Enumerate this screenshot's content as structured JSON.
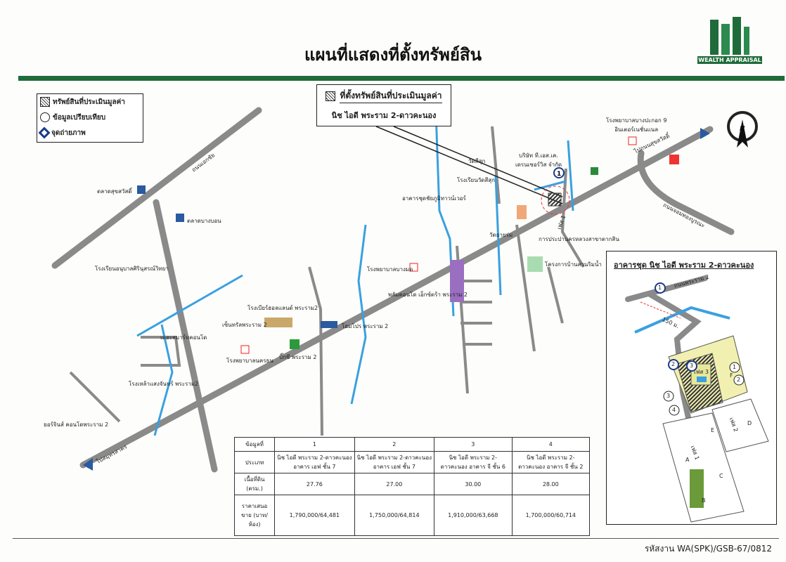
{
  "header": {
    "title": "แผนที่แสดงที่ตั้งทรัพย์สิน",
    "logo_text": "WEALTH APPRAISAL",
    "brand_color": "#1f6b3a"
  },
  "legend": {
    "items": [
      {
        "icon": "hatch-icon",
        "label": "ทรัพย์สินที่ประเมินมูลค่า"
      },
      {
        "icon": "circle-icon",
        "label": "ข้อมูลเปรียบเทียบ"
      },
      {
        "icon": "camera-point-icon",
        "label": "จุดถ่ายภาพ"
      }
    ]
  },
  "callout": {
    "title": "ที่ตั้งทรัพย์สินที่ประเมินมูลค่า",
    "subtitle": "นิช ไอดี พระราม 2-ดาวคะนอง"
  },
  "compass": {
    "label": "N"
  },
  "map_labels": {
    "road_ekkachai": "ถนนเอกชัย",
    "market1": "ตลาดสุขสวัสดิ์",
    "market2": "ตลาดบางบอน",
    "school1": "โรงเรียนอนุบาลศิรินุสรณ์วิทยา",
    "beer": "โรงเบียร์ฮอลแลนด์ พระราม2",
    "central": "เซ็นทรัลพระราม 2",
    "homepro": "โฮมโปร พระราม 2",
    "hospital1": "โรงพยาบาลนครธน",
    "bigc": "บิ๊กซี พระราม 2",
    "smartcondo": "เดอะสมาร์ทคอนโด",
    "brewery": "โรงเหล้าแสงจันทร์ พระราม2",
    "condo_left": "ยอร์จินส์ คอนโดพระราม 2",
    "to_left": "ไปสมุทรสาคร",
    "hospital2": "โรงพยาบาลบางมด",
    "plum": "พลัมคอนโด เอ็กซ์ตร้า พระราม 2",
    "tower": "อาคารชุดชัยภูมิทาวน์เวอร์",
    "wat1": "วัดสีสุก",
    "school2": "โรงเรียนวัดสีสุก",
    "company": "บริษัท ที.เอส.เค.\nเดรนเซอร์วิส จำกัด",
    "wat2": "วัดยายร่ม",
    "waterworks": "การประปานครหลวงสาขาตากสิน",
    "village": "โครงการบ้านสวนริมน้ำ",
    "hospital3": "โรงพยาบาลบางปะกอก 9\nอินเตอร์เนชั่นแนล",
    "to_right": "ไปถนนสุขสวัสดิ์",
    "road_jomthong": "ถนนจอมทองบูรณะ",
    "phase1": "เฟส 1",
    "pt1": "1"
  },
  "inset": {
    "title": "อาคารชุด นิช ไอดี พระราม 2-ดาวคะนอง",
    "road": "ถนนพระราม 2",
    "distance": "150 ม.",
    "phase3": "เฟส 3",
    "phase2": "เฟส 2",
    "phase1": "เฟส 1",
    "blocks": [
      "A",
      "B",
      "C",
      "D",
      "E",
      "F"
    ],
    "points": [
      "1",
      "2",
      "3"
    ],
    "comps": [
      "1",
      "2",
      "3",
      "4"
    ]
  },
  "table": {
    "row_headers": [
      "ข้อมูลที่",
      "ประเภท",
      "เนื้อที่ดิน (ตรม.)",
      "ราคาเสนอขาย (บาท/ห้อง)"
    ],
    "columns": [
      {
        "no": "1",
        "type": "นิช ไอดี พระราม 2-ดาวคะนอง อาคาร เอฟ ชั้น 7",
        "area": "27.76",
        "price": "1,790,000/64,481"
      },
      {
        "no": "2",
        "type": "นิช ไอดี พระราม 2-ดาวคะนอง อาคาร เอฟ ชั้น 7",
        "area": "27.00",
        "price": "1,750,000/64,814"
      },
      {
        "no": "3",
        "type": "นิช ไอดี พระราม 2-ดาวคะนอง อาคาร จี ชั้น 6",
        "area": "30.00",
        "price": "1,910,000/63,668"
      },
      {
        "no": "4",
        "type": "นิช ไอดี พระราม 2-ดาวคะนอง อาคาร จี ชั้น 2",
        "area": "28.00",
        "price": "1,700,000/60,714"
      }
    ]
  },
  "footer": {
    "code": "รหัสงาน WA(SPK)/GSB-67/0812"
  }
}
